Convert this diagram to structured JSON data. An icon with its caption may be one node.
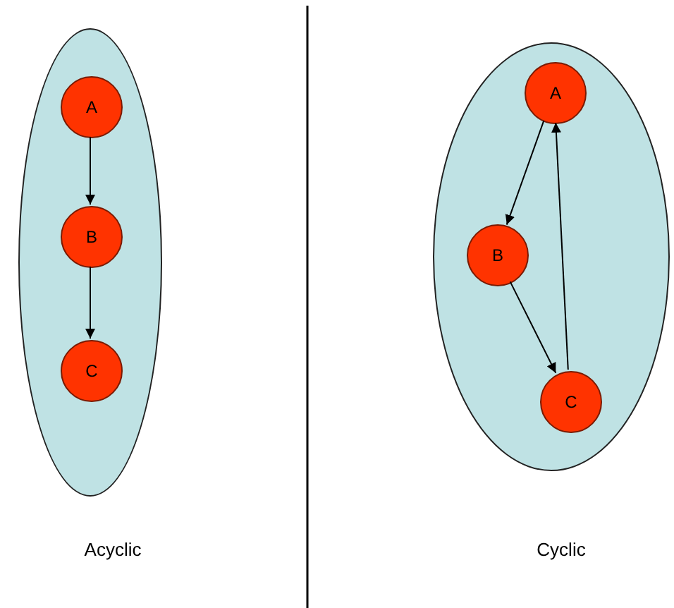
{
  "diagram": {
    "nodes": [
      {
        "text": [],
        "shape": "ellipse",
        "beside": [
          "Acyclic"
        ]
      },
      {
        "text": [
          "A"
        ],
        "in": 0
      },
      {
        "text": [
          "B"
        ],
        "in": 0
      },
      {
        "text": [
          "C"
        ],
        "in": 0
      },
      {
        "text": [],
        "shape": "ellipse",
        "beside": [
          "Cyclic"
        ]
      },
      {
        "text": [
          "A"
        ],
        "in": 4
      },
      {
        "text": [
          "B"
        ],
        "in": 4
      },
      {
        "text": [
          "C"
        ],
        "in": 4
      }
    ],
    "edges": [
      {
        "from": 1,
        "to": 2,
        "arrow": "to"
      },
      {
        "from": 2,
        "to": 3,
        "arrow": "to"
      },
      {
        "from": 5,
        "to": 6,
        "arrow": "to"
      },
      {
        "from": 6,
        "to": 7,
        "arrow": "to"
      },
      {
        "from": 7,
        "to": 5,
        "arrow": "to"
      }
    ]
  }
}
